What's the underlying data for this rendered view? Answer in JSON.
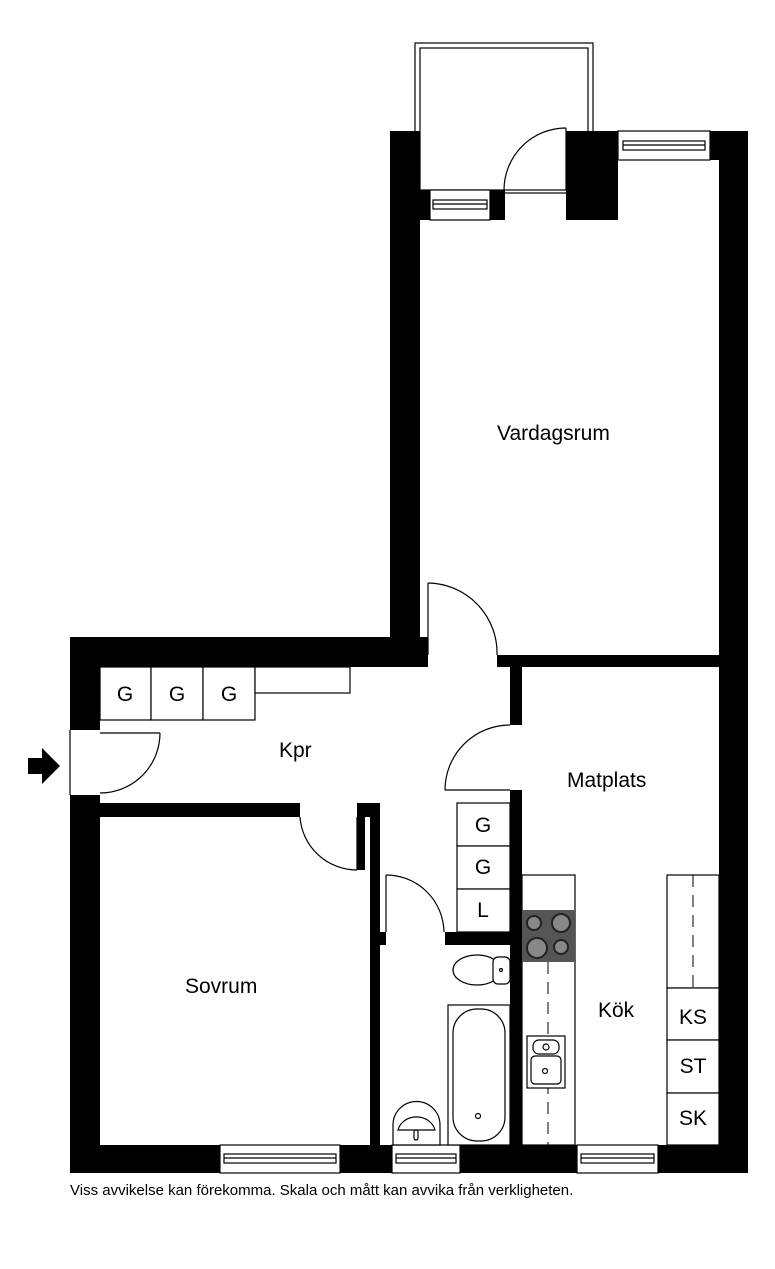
{
  "rooms": {
    "living_room": "Vardagsrum",
    "hallway": "Kpr",
    "dining": "Matplats",
    "bedroom": "Sovrum",
    "kitchen": "Kök"
  },
  "hall_wardrobes": [
    "G",
    "G",
    "G"
  ],
  "closets": [
    "G",
    "G",
    "L"
  ],
  "kitchen_units": [
    "KS",
    "ST",
    "SK"
  ],
  "entrance_icon": "arrow-right-icon",
  "footer": "Viss avvikelse kan förekomma. Skala och mått kan avvika från verkligheten."
}
